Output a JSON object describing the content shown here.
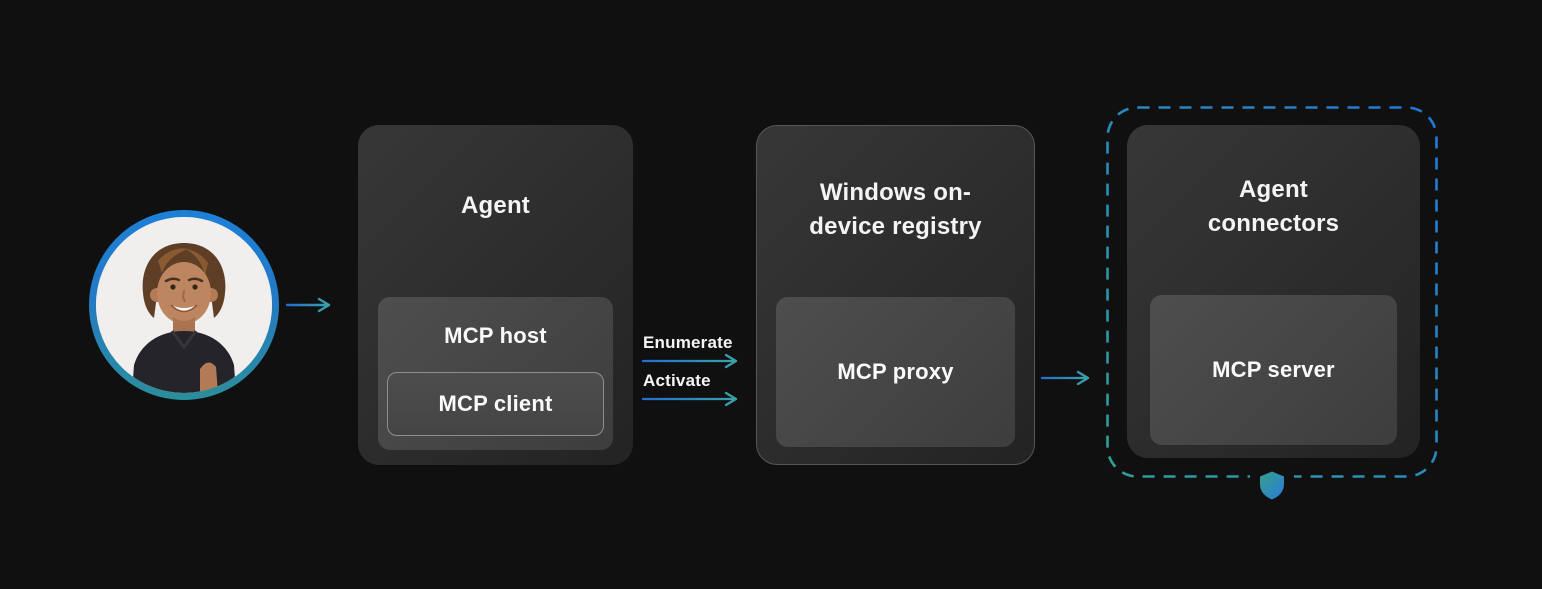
{
  "colors": {
    "background": "#111011",
    "arrow_blue": "#1f6fd0",
    "arrow_teal": "#3aa3a8",
    "avatar_ring_top_blue": "#1c80d8",
    "avatar_ring_bottom_teal": "#2a8f9b",
    "dashed_border_teal": "#2fa096",
    "dashed_border_blue": "#2079d8",
    "shield_teal": "#35a08b",
    "shield_blue": "#2b7bd9",
    "node_fill_dark": "#2c2c2c",
    "subbox_fill": "#464646",
    "text_white": "#f4f4f4"
  },
  "nodes": {
    "user": {
      "name": "User avatar"
    },
    "agent": {
      "title": "Agent",
      "host_label": "MCP host",
      "client_label": "MCP client"
    },
    "registry": {
      "title_line1": "Windows on-",
      "title_line2": "device registry",
      "proxy_label": "MCP proxy"
    },
    "connectors": {
      "title_line1": "Agent",
      "title_line2": "connectors",
      "server_label": "MCP server"
    }
  },
  "edges": {
    "agent_to_registry": {
      "enumerate_label": "Enumerate",
      "activate_label": "Activate"
    }
  },
  "icons": {
    "shield": "security-shield-icon"
  }
}
